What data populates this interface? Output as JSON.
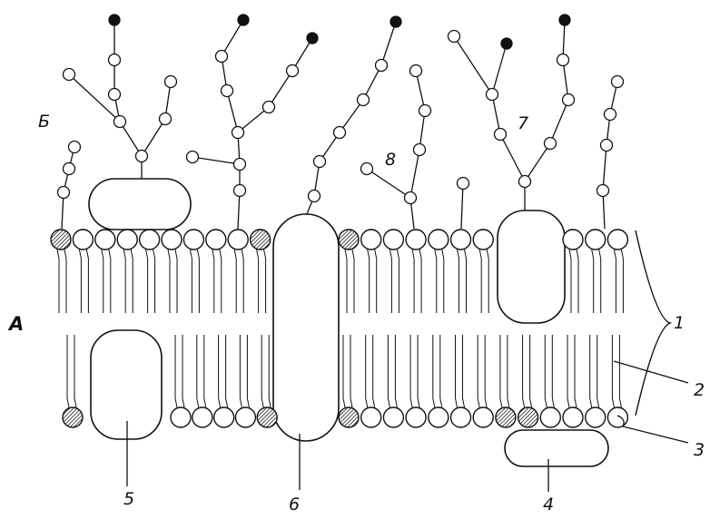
{
  "labels": {
    "side_top": "Б",
    "side_left": "А",
    "n1": "1",
    "n2": "2",
    "n3": "3",
    "n4": "4",
    "n5": "5",
    "n6": "6",
    "n7": "7",
    "n8": "8"
  },
  "colors": {
    "ink": "#111111",
    "head_fill": "#ffffff",
    "cholesterol_fill": "#555555",
    "sugar_end": "#111111"
  }
}
